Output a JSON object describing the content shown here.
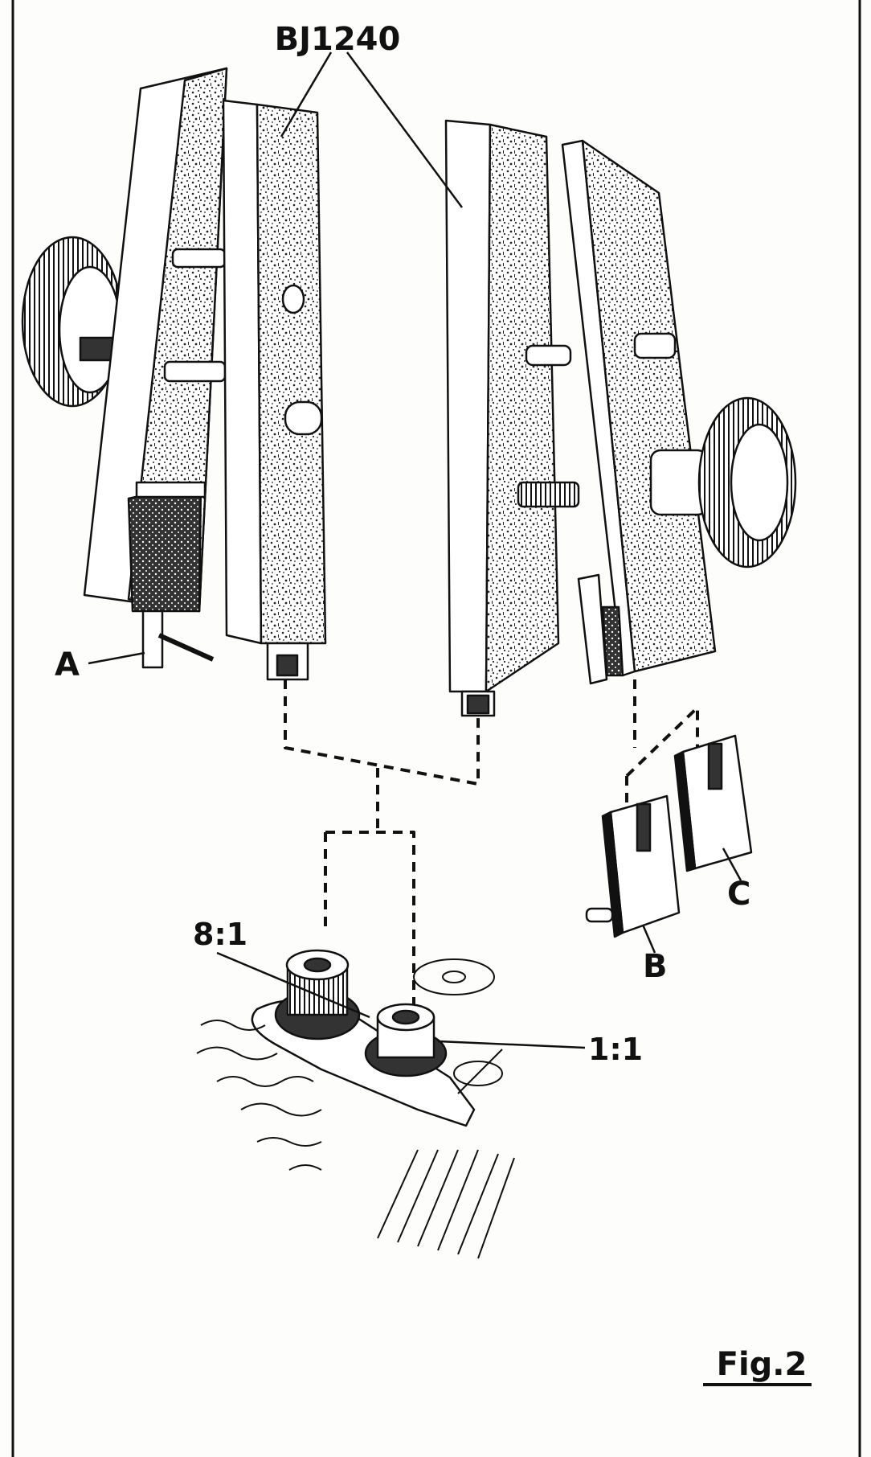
{
  "figure": {
    "part_number": "BJ1240",
    "label_a": "A",
    "label_b": "B",
    "label_c": "C",
    "ratio_8_1": "8:1",
    "ratio_1_1": "1:1",
    "fig_caption": "Fig.2"
  },
  "colors": {
    "ink": "#111111",
    "paper": "#fdfdfb"
  }
}
